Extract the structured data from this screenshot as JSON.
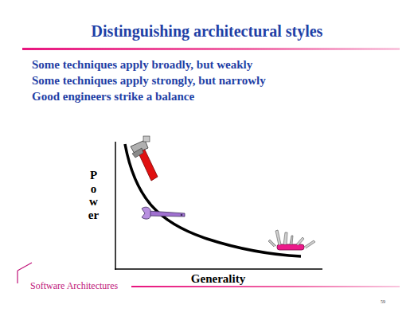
{
  "diagram": {
    "title": "Distinguishing architectural styles",
    "labels": [
      "Some techniques apply broadly, but weakly",
      "Some techniques apply strongly, but narrowly",
      "Good engineers strike a balance",
      "Power",
      "Generality",
      "Software Architectures",
      "59"
    ]
  }
}
